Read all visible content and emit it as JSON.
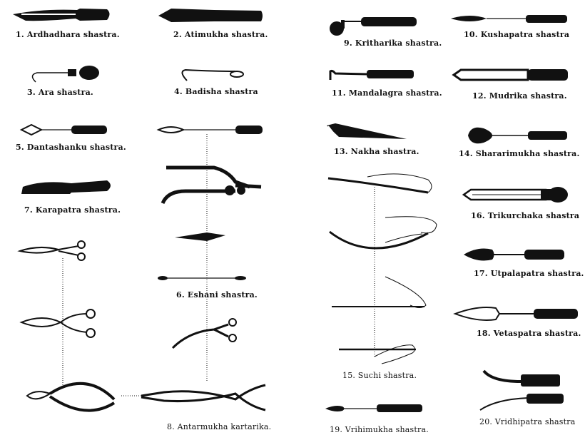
{
  "labels": {
    "l1": "1. Ardhadhara shastra.",
    "l2": "2. Atimukha shastra.",
    "l3": "3. Ara shastra.",
    "l4": "4. Badisha shastra",
    "l5": "5. Dantashanku shastra.",
    "l6": "6. Eshani shastra.",
    "l7": "7. Karapatra shastra.",
    "l8": "8. Antarmukha kartarika.",
    "l9": "9. Kritharika shastra.",
    "l10": "10. Kushapatra shastra",
    "l11": "11. Mandalagra shastra.",
    "l12": "12. Mudrika shastra.",
    "l13": "13. Nakha shastra.",
    "l14": "14. Shararimukha shastra.",
    "l15": "15. Suchi shastra.",
    "l16": "16. Trikurchaka shastra",
    "l17": "17. Utpalapatra shastra.",
    "l18": "18. Vetaspatra shastra.",
    "l19": "19. Vrihimukha shastra.",
    "l20": "20. Vridhipatra shastra"
  },
  "colors": {
    "ink": "#111111",
    "paper": "#ffffff"
  }
}
